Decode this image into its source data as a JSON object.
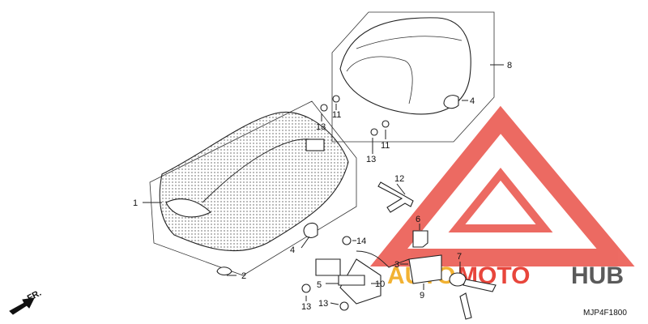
{
  "diagram": {
    "callouts": [
      "1",
      "2",
      "3",
      "4",
      "4",
      "5",
      "6",
      "7",
      "8",
      "9",
      "10",
      "11",
      "11",
      "12",
      "13",
      "13",
      "13",
      "13",
      "14"
    ],
    "front_label": "FR.",
    "diagram_code": "MJP4F1800"
  },
  "watermark": {
    "text_left": "AUTO",
    "text_middle": "MOTO",
    "text_right": "HUB",
    "color_primary": "#e8463c",
    "color_accent": "#f2b233",
    "color_dark": "#5a5a5a"
  }
}
